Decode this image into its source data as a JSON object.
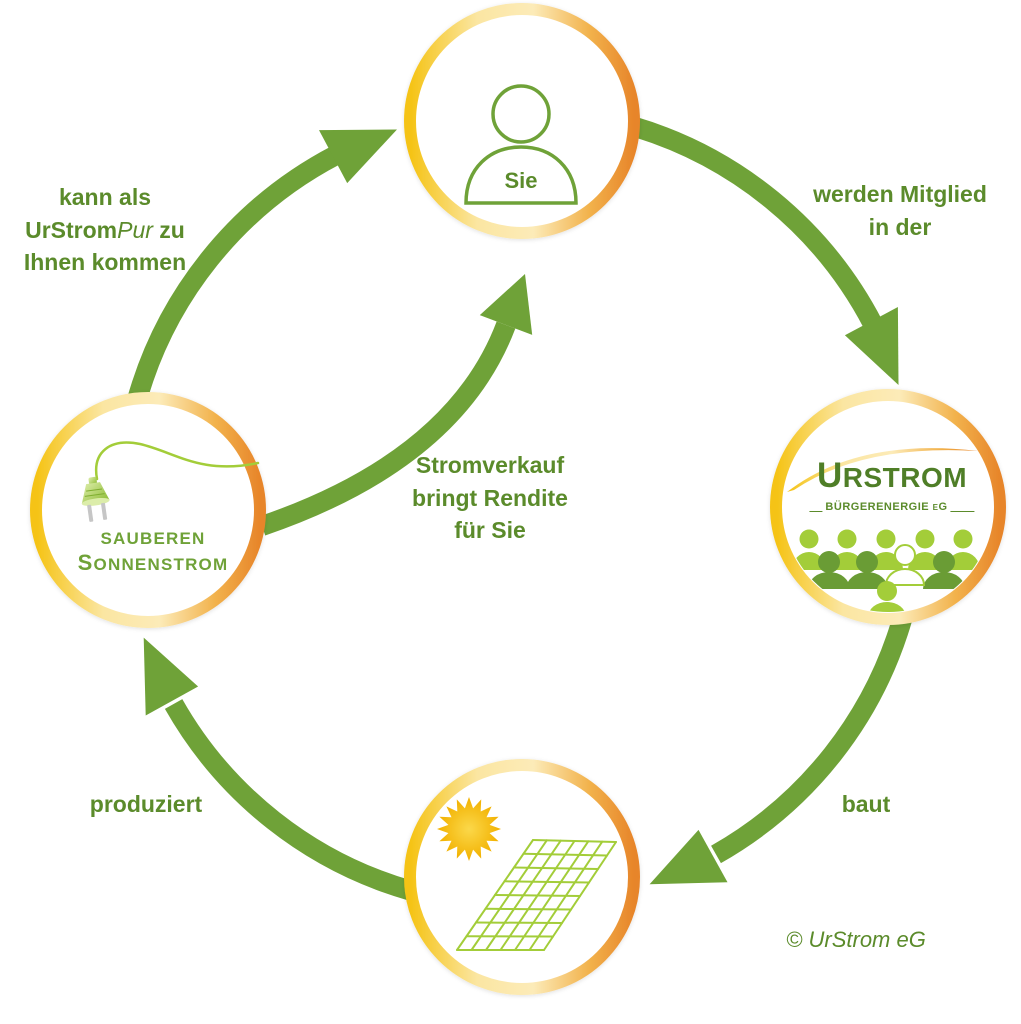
{
  "nodes": {
    "you": {
      "label": "Sie",
      "icon": "person-icon"
    },
    "cooperative": {
      "logo_title": "URSTROM",
      "logo_subtitle": "BÜRGERENERGIE eG",
      "icon": "people-group-icon"
    },
    "solar_plant": {
      "icons": [
        "sun-icon",
        "solar-panel-icon"
      ]
    },
    "clean_power": {
      "line1": "SAUBEREN",
      "line2": "SONNENSTROM",
      "icon": "plug-icon"
    }
  },
  "edges": {
    "you_to_cooperative": {
      "line1": "werden Mitglied",
      "line2": "in der"
    },
    "cooperative_to_solar_plant": {
      "label": "baut"
    },
    "solar_plant_to_clean_power": {
      "label": "produziert"
    },
    "clean_power_to_you": {
      "line1": "kann als",
      "line2_brand": "UrStrom",
      "line2_italic": "Pur",
      "line2_rest": " zu",
      "line3": "Ihnen kommen"
    },
    "clean_power_to_you_returns": {
      "line1": "Stromverkauf",
      "line2": "bringt Rendite",
      "line3": "für Sie"
    }
  },
  "copyright": "© UrStrom eG",
  "colors": {
    "arrow_green": "#6fa238",
    "text_green": "#5b8b2b",
    "logo_green": "#4f7e27",
    "lime": "#a3cd39",
    "person_dark": "#6a9c35",
    "ring_yellow": "#f5c314",
    "ring_orange": "#e7852a",
    "sun_yellow": "#f7c10c"
  }
}
